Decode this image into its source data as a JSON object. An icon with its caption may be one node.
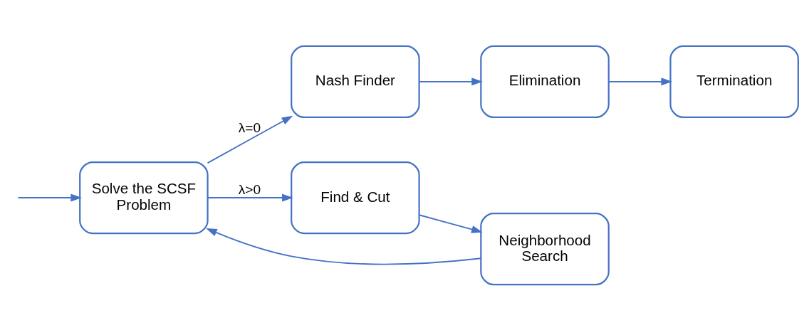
{
  "diagram": {
    "nodes": [
      {
        "text": [
          "Solve the SCSF Problem"
        ]
      },
      {
        "text": [
          "Nash Finder"
        ]
      },
      {
        "text": [
          "Elimination"
        ]
      },
      {
        "text": [
          "Neighborhood Search"
        ]
      },
      {
        "text": [
          "Find & Cut"
        ]
      },
      {
        "text": [
          "Termination"
        ]
      }
    ],
    "edges": [
      {
        "from": null,
        "to": 0,
        "arrow": "to"
      },
      {
        "from": 0,
        "to": 1,
        "label": "λ=0",
        "arrow": "to"
      },
      {
        "from": 1,
        "to": 2,
        "arrow": "to"
      },
      {
        "from": 0,
        "to": 4,
        "label": "λ>0",
        "arrow": "to"
      },
      {
        "from": 4,
        "to": 3,
        "arrow": "to"
      },
      {
        "from": 3,
        "to": 0,
        "arrow": "to"
      },
      {
        "from": 2,
        "to": 5,
        "arrow": "to"
      }
    ]
  }
}
